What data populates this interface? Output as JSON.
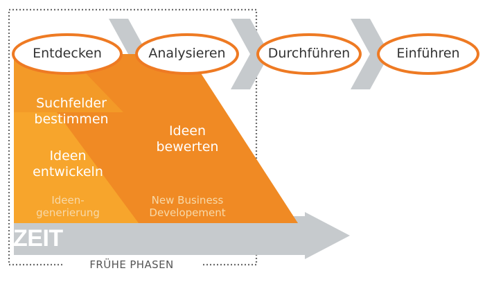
{
  "colors": {
    "orange_light": "#f7a52c",
    "orange_dark": "#f08a24",
    "orange_mid": "#f39a28",
    "ellipse_border": "#ee7a23",
    "gray": "#c6cacd",
    "frame": "#6b6b6b"
  },
  "stages": [
    {
      "label": "Entdecken"
    },
    {
      "label": "Analysieren"
    },
    {
      "label": "Durchführen"
    },
    {
      "label": "Einführen"
    }
  ],
  "blocks": {
    "suchfelder": [
      "Suchfelder",
      "bestimmen"
    ],
    "ideen_entwickeln": [
      "Ideen",
      "entwickeln"
    ],
    "ideen_bewerten": [
      "Ideen",
      "bewerten"
    ],
    "ideengenerierung": [
      "Ideen-",
      "generierung"
    ],
    "nbd": [
      "New Business",
      "Developement"
    ]
  },
  "timeline": {
    "label": "ZEIT"
  },
  "frame": {
    "label": "FRÜHE PHASEN"
  }
}
